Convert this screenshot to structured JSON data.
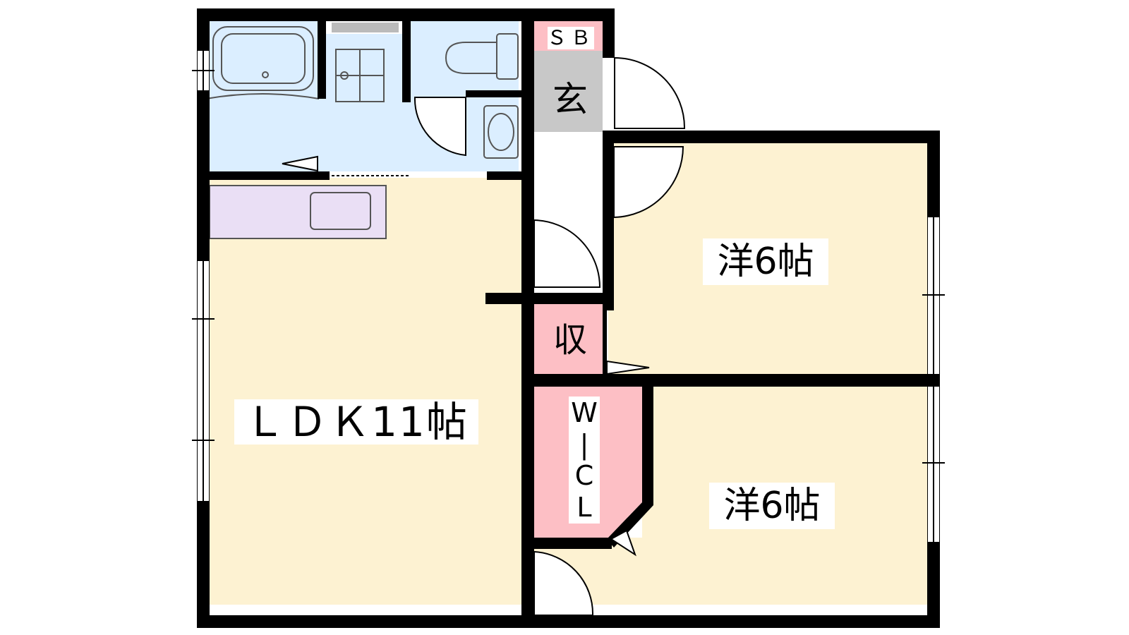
{
  "floor_plan": {
    "rooms": {
      "ldk": {
        "label": "ＬＤＫ11帖"
      },
      "western_1": {
        "label": "洋6帖"
      },
      "western_2": {
        "label": "洋6帖"
      },
      "shoe_box": {
        "label": "ＳＢ"
      },
      "entrance": {
        "label": "玄"
      },
      "storage": {
        "label": "収"
      },
      "walk_in_closet": {
        "chars": [
          "W",
          "|",
          "C",
          "L"
        ]
      }
    },
    "colors": {
      "wall": "#000000",
      "living_floor": "#fdf2d2",
      "wet_area": "#dbeeff",
      "kitchen": "#eadff5",
      "closet_pink": "#fdbfc5",
      "entrance_gray": "#c8c8c8",
      "hall": "#ffffff"
    }
  }
}
